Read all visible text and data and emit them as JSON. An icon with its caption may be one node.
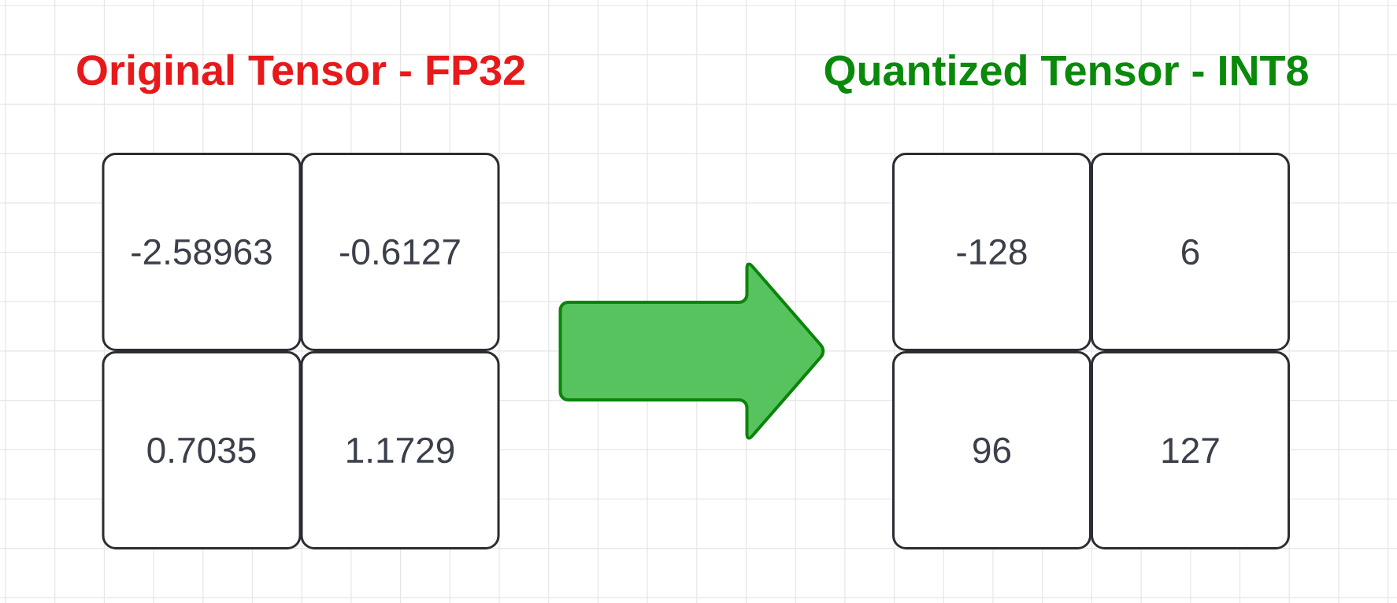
{
  "diagram": {
    "nodes": [
      {
        "text": [
          "-2.58963"
        ]
      },
      {
        "text": [
          "-0.6127"
        ]
      },
      {
        "text": [
          "0.7035"
        ]
      },
      {
        "text": [
          "1.1729"
        ]
      },
      {
        "text": [
          "-128"
        ]
      },
      {
        "text": [
          "6"
        ]
      },
      {
        "text": [
          "96"
        ]
      },
      {
        "text": [
          "127"
        ]
      }
    ],
    "edges": [
      {
        "from": 1,
        "to": 4,
        "arrow": "to"
      }
    ],
    "labels": [
      "Original Tensor - FP32",
      "Quantized Tensor - INT8"
    ]
  }
}
